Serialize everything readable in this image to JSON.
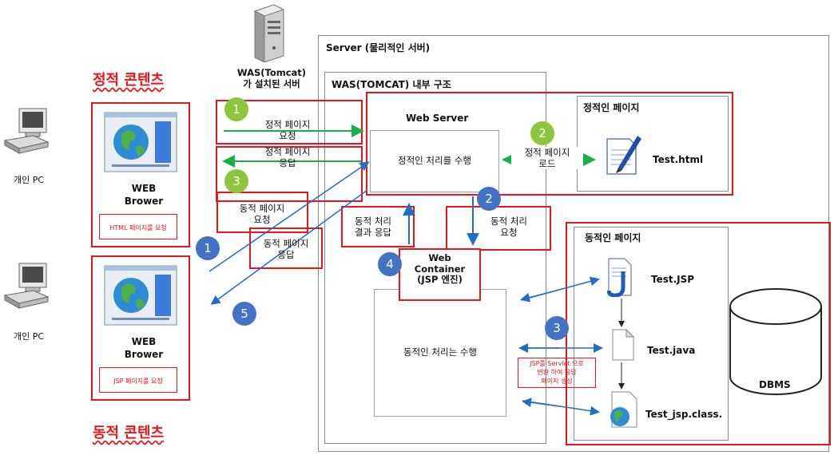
{
  "server": {
    "label": "Server (물리적인 서버)"
  },
  "was": {
    "label": "WAS(TOMCAT) 내부 구조"
  },
  "was_machine": {
    "line1": "WAS(Tomcat)",
    "line2": "가 설치된 서버"
  },
  "titles": {
    "static": "정적 콘텐츠",
    "dynamic": "동적 콘텐츠"
  },
  "clients": [
    {
      "pc": "개인 PC",
      "browser_line1": "WEB",
      "browser_line2": "Brower",
      "request": "HTML 페이지를 요청"
    },
    {
      "pc": "개인 PC",
      "browser_line1": "WEB",
      "browser_line2": "Brower",
      "request": "JSP 페이지를 요청"
    }
  ],
  "arrows": {
    "static_req": {
      "l1": "정적 페이지",
      "l2": "요청"
    },
    "static_resp": {
      "l1": "정적 페이지",
      "l2": "응답"
    },
    "dynamic_req": {
      "l1": "동적 페이지",
      "l2": "요청"
    },
    "dynamic_resp": {
      "l1": "동적 페이지",
      "l2": "응답"
    },
    "static_load": {
      "l1": "정적 페이지",
      "l2": "로드"
    },
    "dyn_proc_req": {
      "l1": "동적 처리",
      "l2": "요청"
    },
    "dyn_result": {
      "l1": "동적 처리",
      "l2": "결과 응답"
    }
  },
  "web_server": {
    "title": "Web Server",
    "inner": "정적인 처리를 수행"
  },
  "web_container": {
    "l1": "Web",
    "l2": "Container",
    "l3": "(JSP 엔진)",
    "inner": "동적인 처리는 수행"
  },
  "static_page": {
    "title": "정적인 페이지",
    "file": "Test.html"
  },
  "dynamic_page": {
    "title": "동적인 페이지",
    "files": [
      "Test.JSP",
      "Test.java",
      "Test_jsp.class."
    ],
    "db": "DBMS",
    "note": {
      "l1": "JSP를 Servlet 으로",
      "l2": "변환 하여 응답",
      "l3": "페이지 생성"
    }
  },
  "steps": {
    "g1": "1",
    "g2": "2",
    "g3": "3",
    "b1": "1",
    "b2": "2",
    "b3": "3",
    "b4": "4",
    "b5": "5"
  },
  "colors": {
    "red": "#e8151b",
    "green": "#8cc63f",
    "blue": "#4472c4",
    "arrow_green": "#19b04b",
    "arrow_blue": "#1f6fc5"
  }
}
